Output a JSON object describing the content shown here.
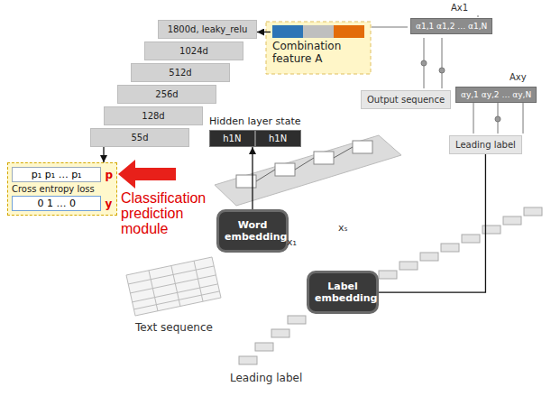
{
  "diagram": {
    "nodes": [
      {
        "text": [
          "Combination feature A"
        ]
      },
      {
        "text": [
          "1800d, leaky_relu"
        ]
      },
      {
        "text": [
          "1024d"
        ]
      },
      {
        "text": [
          "512d"
        ]
      },
      {
        "text": [
          "256d"
        ]
      },
      {
        "text": [
          "128d"
        ]
      },
      {
        "text": [
          "55d"
        ]
      },
      {
        "text": [
          "p₁ p₁ … p₁",
          "Cross entropy loss",
          "0 1 … 0",
          "p",
          "y"
        ]
      },
      {
        "text": [
          "h1N",
          "h1N",
          "Hidden layer state"
        ]
      },
      {
        "text": [
          "Word embedding"
        ]
      },
      {
        "text": [
          "Label embedding"
        ]
      },
      {
        "text": [
          "Output sequence"
        ]
      },
      {
        "text": [
          "Leading label"
        ]
      },
      {
        "text": [
          "α1,1 α1,2 … α1,N"
        ]
      },
      {
        "text": [
          "αy,1 αy,2 … αy,N"
        ]
      }
    ],
    "edges": [
      {
        "from": 0,
        "to": 1,
        "arrow": "to"
      },
      {
        "from": 6,
        "to": 7,
        "arrow": "to"
      },
      {
        "from": 9,
        "to": 8,
        "arrow": "to"
      },
      {
        "from": 10,
        "to": 12,
        "arrow": "none"
      }
    ],
    "labels": [
      "Classification prediction module",
      "Text sequence",
      "Leading label",
      "x₁",
      "xₛ",
      "Ax1",
      "Axy"
    ]
  }
}
